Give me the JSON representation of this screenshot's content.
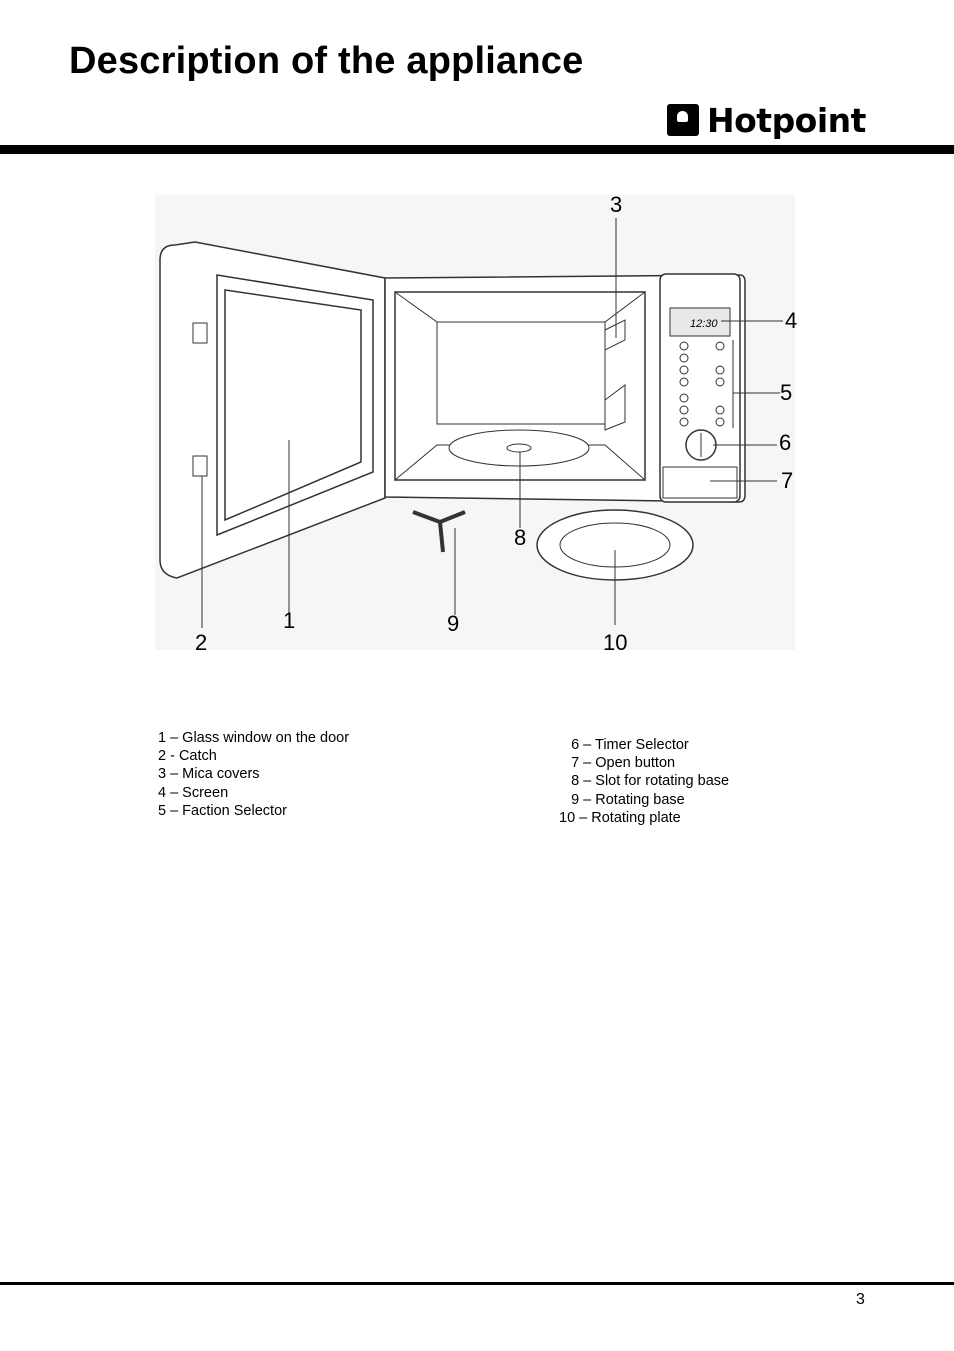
{
  "page": {
    "title": "Description of the appliance",
    "brand": "Hotpoint",
    "page_number": "3"
  },
  "figure": {
    "callouts": [
      "1",
      "2",
      "3",
      "4",
      "5",
      "6",
      "7",
      "8",
      "9",
      "10"
    ],
    "display_time": "12:30"
  },
  "legend": {
    "left": [
      "1 – Glass window on the door",
      "2 - Catch",
      "3 – Mica covers",
      "4 – Screen",
      "5 – Faction Selector"
    ],
    "right": [
      "   6 – Timer Selector",
      "   7 – Open button",
      "   8 – Slot for rotating base",
      "   9 – Rotating base",
      "10 – Rotating plate"
    ]
  }
}
